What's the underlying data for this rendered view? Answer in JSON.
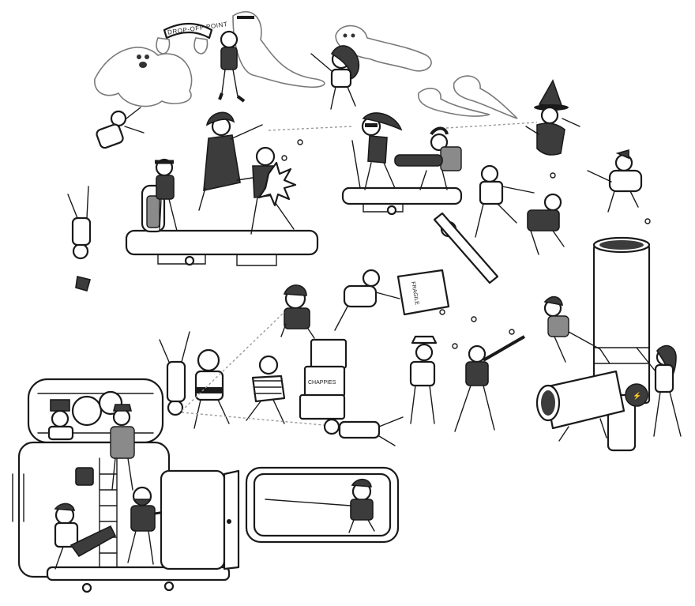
{
  "scene": {
    "style": "black-and-white cartoon line illustration",
    "palette": {
      "ink": "#1a1a1a",
      "fill_dark": "#3c3c3c",
      "fill_mid": "#8a8a8a",
      "paper": "#ffffff",
      "ghost_outline": "#7a7a7a"
    }
  },
  "labels": {
    "sign": "DROP-OFF POINT",
    "crate_top": "FRAGILE",
    "crate_side": "CHAPPIES",
    "tank_badge": "⚡"
  }
}
